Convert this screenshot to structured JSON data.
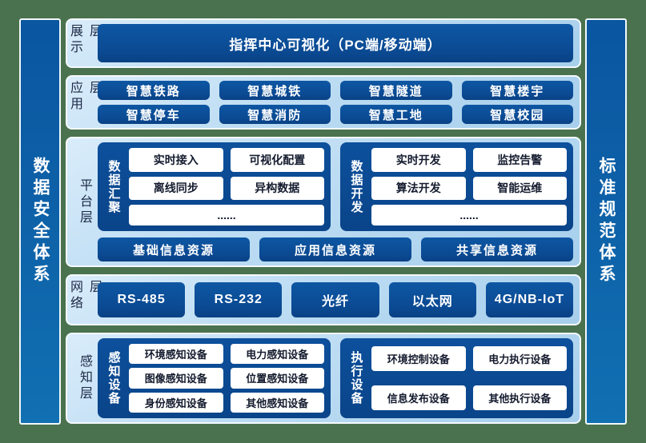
{
  "left_bar": {
    "label": "数据安全体系"
  },
  "right_bar": {
    "label": "标准规范体系"
  },
  "display_layer": {
    "label": "展示层",
    "main_box": "指挥中心可视化（PC端/移动端）"
  },
  "app_layer": {
    "label": "应用层",
    "row1": [
      "智慧铁路",
      "智慧城铁",
      "智慧隧道",
      "智慧楼宇"
    ],
    "row2": [
      "智慧停车",
      "智慧消防",
      "智慧工地",
      "智慧校园"
    ]
  },
  "platform_layer": {
    "label": "平台层",
    "aggregation": {
      "label": "数据汇聚",
      "items": [
        "实时接入",
        "可视化配置",
        "离线同步",
        "异构数据"
      ],
      "more": "......"
    },
    "development": {
      "label": "数据开发",
      "items": [
        "实时开发",
        "监控告警",
        "算法开发",
        "智能运维"
      ],
      "more": "......"
    },
    "resources": [
      "基础信息资源",
      "应用信息资源",
      "共享信息资源"
    ]
  },
  "network_layer": {
    "label": "网络层",
    "items": [
      "RS-485",
      "RS-232",
      "光纤",
      "以太网",
      "4G/NB-IoT"
    ]
  },
  "perception_layer": {
    "label": "感知层",
    "sensing": {
      "label": "感知设备",
      "items": [
        "环境感知设备",
        "电力感知设备",
        "图像感知设备",
        "位置感知设备",
        "身份感知设备",
        "其他感知设备"
      ]
    },
    "execution": {
      "label": "执行设备",
      "items": [
        "环境控制设备",
        "电力执行设备",
        "信息发布设备",
        "其他执行设备"
      ]
    }
  },
  "colors": {
    "background_green": "#4a724e",
    "panel_light_blue": "#b9d9f1",
    "deep_blue_box": "#0b4a93",
    "sidebar_blue": "#0e63a9",
    "layer_label_text": "#1c2a47",
    "box_text_white": "#ffffff",
    "white_box_text": "#141b2e"
  }
}
